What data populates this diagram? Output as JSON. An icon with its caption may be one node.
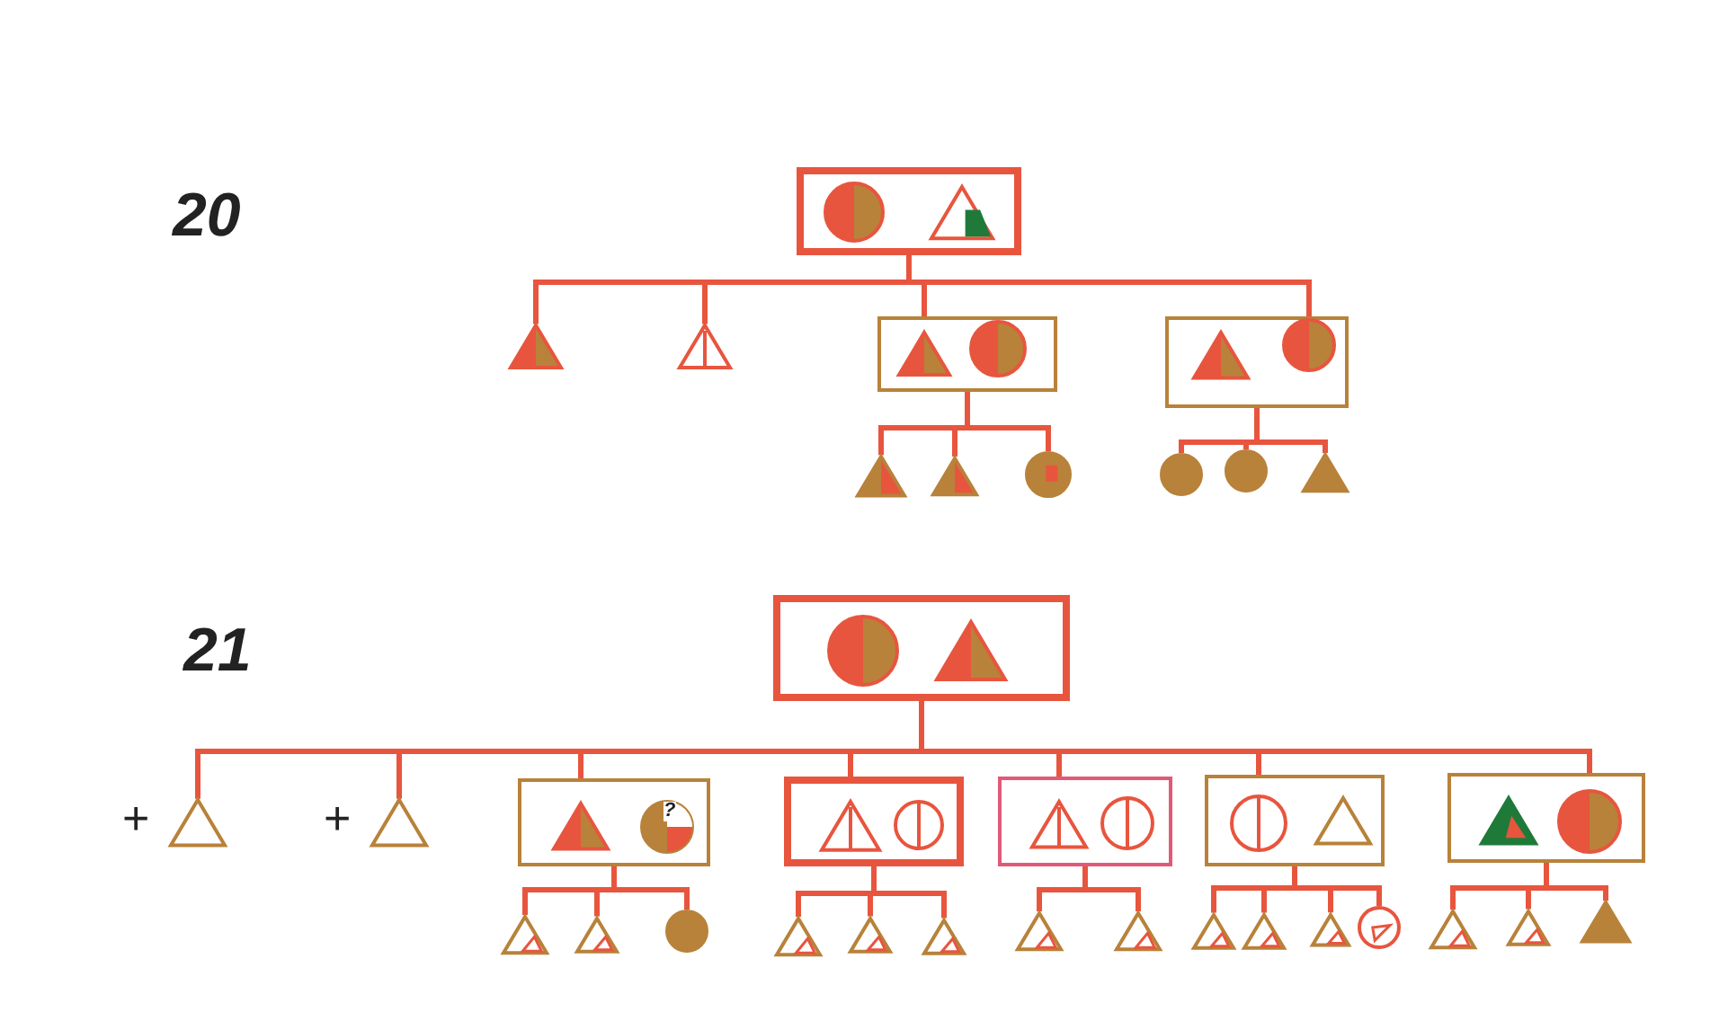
{
  "diagram": {
    "nodes": [
      {
        "text": [],
        "shape": "box"
      },
      {
        "text": [],
        "shape": "circle",
        "in": 0
      },
      {
        "text": [],
        "shape": "triangle",
        "in": 0
      },
      {
        "text": [],
        "shape": "triangle"
      },
      {
        "text": [],
        "shape": "triangle"
      },
      {
        "text": [],
        "shape": "box"
      },
      {
        "text": [],
        "shape": "triangle",
        "in": 5
      },
      {
        "text": [],
        "shape": "circle",
        "in": 5
      },
      {
        "text": [],
        "shape": "box"
      },
      {
        "text": [],
        "shape": "triangle",
        "in": 8
      },
      {
        "text": [],
        "shape": "circle",
        "in": 8
      },
      {
        "text": [],
        "shape": "triangle"
      },
      {
        "text": [],
        "shape": "triangle"
      },
      {
        "text": [],
        "shape": "circle"
      },
      {
        "text": [],
        "shape": "circle"
      },
      {
        "text": [],
        "shape": "circle"
      },
      {
        "text": [],
        "shape": "triangle"
      },
      {
        "text": [],
        "shape": "box"
      },
      {
        "text": [],
        "shape": "circle",
        "in": 17
      },
      {
        "text": [],
        "shape": "triangle",
        "in": 17
      },
      {
        "text": [],
        "shape": "triangle",
        "beside": [
          "+"
        ]
      },
      {
        "text": [],
        "shape": "triangle",
        "beside": [
          "+"
        ]
      },
      {
        "text": [],
        "shape": "box"
      },
      {
        "text": [],
        "shape": "triangle",
        "in": 22
      },
      {
        "text": [],
        "shape": "circle",
        "in": 22
      },
      {
        "text": [],
        "shape": "box"
      },
      {
        "text": [],
        "shape": "triangle",
        "in": 25
      },
      {
        "text": [],
        "shape": "circle",
        "in": 25
      },
      {
        "text": [],
        "shape": "box"
      },
      {
        "text": [],
        "shape": "triangle",
        "in": 28
      },
      {
        "text": [],
        "shape": "circle",
        "in": 28
      },
      {
        "text": [],
        "shape": "box"
      },
      {
        "text": [],
        "shape": "circle",
        "in": 31
      },
      {
        "text": [],
        "shape": "triangle",
        "in": 31
      },
      {
        "text": [],
        "shape": "box"
      },
      {
        "text": [],
        "shape": "triangle",
        "in": 34
      },
      {
        "text": [],
        "shape": "circle",
        "in": 34
      },
      {
        "text": [],
        "shape": "triangle"
      },
      {
        "text": [],
        "shape": "triangle"
      },
      {
        "text": [],
        "shape": "circle"
      },
      {
        "text": [],
        "shape": "triangle"
      },
      {
        "text": [],
        "shape": "triangle"
      },
      {
        "text": [],
        "shape": "triangle"
      },
      {
        "text": [],
        "shape": "triangle"
      },
      {
        "text": [],
        "shape": "triangle"
      },
      {
        "text": [],
        "shape": "triangle"
      },
      {
        "text": [],
        "shape": "triangle"
      },
      {
        "text": [],
        "shape": "triangle"
      },
      {
        "text": [],
        "shape": "circle"
      },
      {
        "text": [],
        "shape": "triangle"
      },
      {
        "text": [],
        "shape": "triangle"
      },
      {
        "text": [],
        "shape": "triangle"
      }
    ],
    "edges": [
      {
        "from": 0,
        "to": 3,
        "arrow": "none"
      },
      {
        "from": 0,
        "to": 4,
        "arrow": "none"
      },
      {
        "from": 0,
        "to": 6,
        "arrow": "none"
      },
      {
        "from": 0,
        "to": 10,
        "arrow": "none"
      },
      {
        "from": 5,
        "to": 11,
        "arrow": "none"
      },
      {
        "from": 5,
        "to": 12,
        "arrow": "none"
      },
      {
        "from": 5,
        "to": 13,
        "arrow": "none"
      },
      {
        "from": 8,
        "to": 14,
        "arrow": "none"
      },
      {
        "from": 8,
        "to": 15,
        "arrow": "none"
      },
      {
        "from": 8,
        "to": 16,
        "arrow": "none"
      },
      {
        "from": 17,
        "to": 20,
        "arrow": "none"
      },
      {
        "from": 17,
        "to": 21,
        "arrow": "none"
      },
      {
        "from": 17,
        "to": 23,
        "arrow": "none"
      },
      {
        "from": 17,
        "to": 26,
        "arrow": "none"
      },
      {
        "from": 17,
        "to": 29,
        "arrow": "none"
      },
      {
        "from": 17,
        "to": 32,
        "arrow": "none"
      },
      {
        "from": 17,
        "to": 36,
        "arrow": "none"
      },
      {
        "from": 22,
        "to": 37,
        "arrow": "none"
      },
      {
        "from": 22,
        "to": 38,
        "arrow": "none"
      },
      {
        "from": 22,
        "to": 39,
        "arrow": "none"
      },
      {
        "from": 25,
        "to": 40,
        "arrow": "none"
      },
      {
        "from": 25,
        "to": 41,
        "arrow": "none"
      },
      {
        "from": 25,
        "to": 42,
        "arrow": "none"
      },
      {
        "from": 28,
        "to": 43,
        "arrow": "none"
      },
      {
        "from": 28,
        "to": 44,
        "arrow": "none"
      },
      {
        "from": 31,
        "to": 45,
        "arrow": "none"
      },
      {
        "from": 31,
        "to": 46,
        "arrow": "none"
      },
      {
        "from": 31,
        "to": 47,
        "arrow": "none"
      },
      {
        "from": 31,
        "to": 48,
        "arrow": "none"
      },
      {
        "from": 34,
        "to": 49,
        "arrow": "none"
      },
      {
        "from": 34,
        "to": 50,
        "arrow": "none"
      },
      {
        "from": 34,
        "to": 51,
        "arrow": "none"
      }
    ],
    "labels": [
      "20",
      "21",
      "?"
    ]
  }
}
